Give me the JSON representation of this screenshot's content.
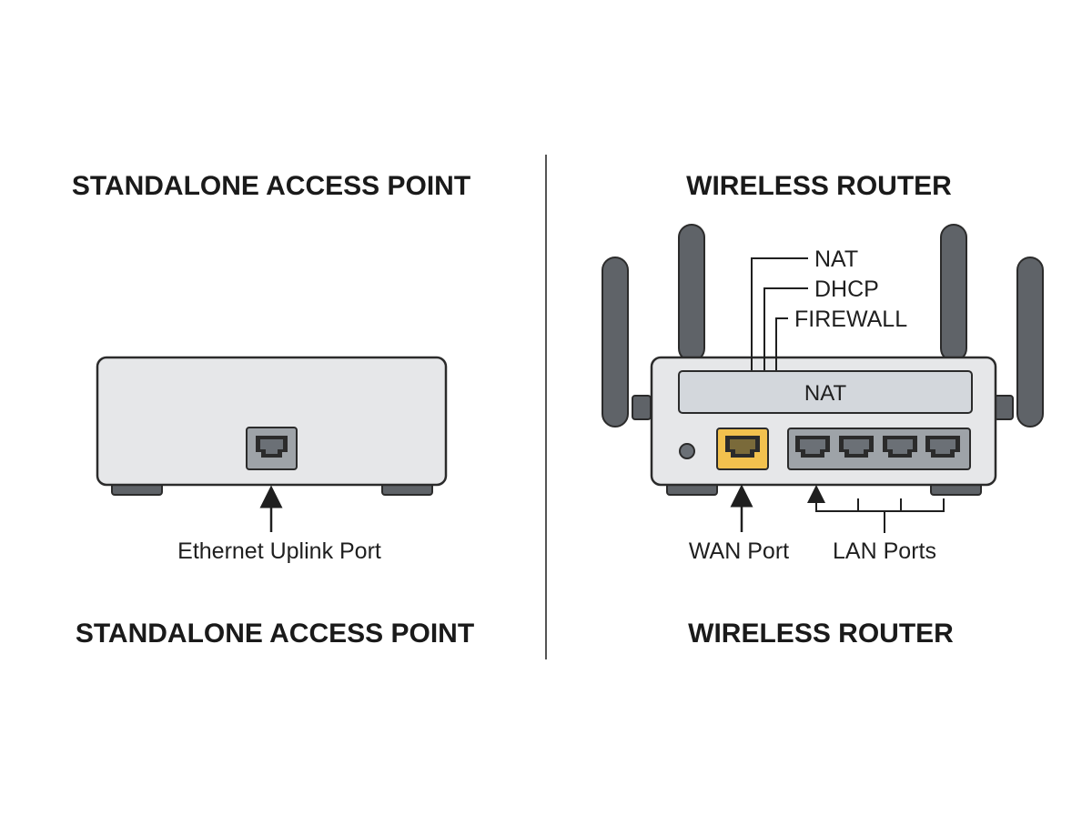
{
  "left": {
    "title_top": "STANDALONE ACCESS POINT",
    "title_bottom": "STANDALONE ACCESS POINT",
    "port_label": "Ethernet Uplink Port"
  },
  "right": {
    "title_top": "WIRELESS ROUTER",
    "title_bottom": "WIRELESS ROUTER",
    "features": [
      "NAT",
      "DHCP",
      "FIREWALL"
    ],
    "panel_label": "NAT",
    "wan_label": "WAN Port",
    "lan_label": "LAN Ports"
  },
  "colors": {
    "device_body": "#e6e7e9",
    "outline": "#2b2b2b",
    "antenna": "#5f6368",
    "foot": "#5f6368",
    "port_fill": "#9ea3a8",
    "wan_port": "#f2c14e",
    "panel": "#d3d7dc"
  }
}
